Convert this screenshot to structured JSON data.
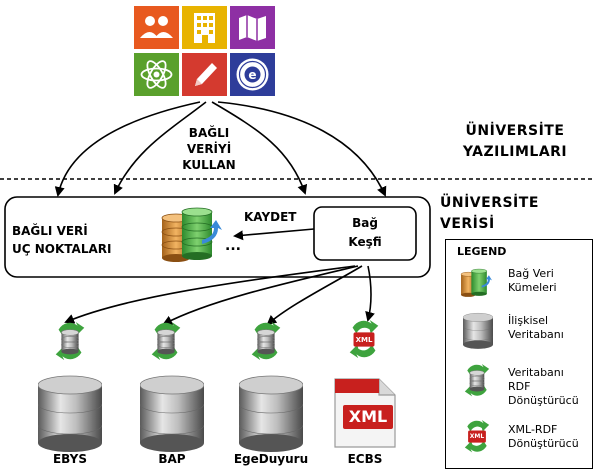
{
  "top_label": {
    "line1": "BAĞLI",
    "line2": "VERİYİ",
    "line3": "KULLAN"
  },
  "section_software": {
    "line1": "ÜNİVERSİTE",
    "line2": "YAZILIMLARI"
  },
  "section_data": {
    "line1": "ÜNİVERSİTE",
    "line2": "VERİSİ"
  },
  "endpoints_label": {
    "line1": "BAĞLI VERİ",
    "line2": "UÇ NOKTALARI"
  },
  "save_label": "KAYDET",
  "ellipsis": "...",
  "discovery_box": {
    "line1": "Bağ",
    "line2": "Keşfi"
  },
  "sources": [
    "EBYS",
    "BAP",
    "EgeDuyuru",
    "ECBS"
  ],
  "xml_badge_small": "XML",
  "xml_badge_large": "XML",
  "legend": {
    "title": "LEGEND",
    "items": [
      {
        "line1": "Bağ Veri",
        "line2": "Kümeleri",
        "line3": ""
      },
      {
        "line1": "İlişkisel",
        "line2": "Veritabanı",
        "line3": ""
      },
      {
        "line1": "Veritabanı",
        "line2": "RDF",
        "line3": "Dönüştürücü"
      },
      {
        "line1": "XML-RDF",
        "line2": "Dönüştürücü",
        "line3": ""
      }
    ],
    "xml_badge": "XML"
  },
  "colors": {
    "tile_orange": "#e8591f",
    "tile_yellow": "#e8b300",
    "tile_purple": "#8e2fa4",
    "tile_green": "#5aa02c",
    "tile_red": "#d43a2f",
    "tile_navy": "#2e3d9a",
    "arrow_green": "#3ea33e",
    "db_gray": "#808080",
    "xml_red": "#c8201e"
  },
  "icons": [
    "users-icon",
    "building-icon",
    "map-icon",
    "atom-icon",
    "pencil-icon",
    "university-seal-icon",
    "linked-data-stack-icon",
    "database-icon",
    "rdf-converter-icon",
    "xml-rdf-converter-icon",
    "xml-document-icon"
  ]
}
